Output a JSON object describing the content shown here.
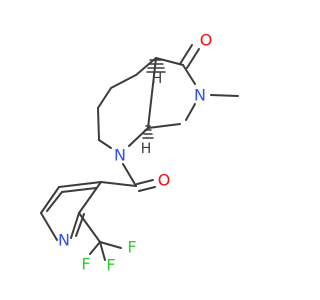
{
  "molecule": {
    "atoms": {
      "O_ketone": {
        "symbol": "O",
        "color": "#ff0d0d"
      },
      "N_methyl": {
        "symbol": "N",
        "color": "#3050f8"
      },
      "N_ring": {
        "symbol": "N",
        "color": "#3050f8"
      },
      "O_amide": {
        "symbol": "O",
        "color": "#ff0d0d"
      },
      "N_pyridine": {
        "symbol": "N",
        "color": "#3050f8"
      },
      "F_1": {
        "symbol": "F",
        "color": "#33cc33"
      },
      "F_2": {
        "symbol": "F",
        "color": "#33cc33"
      },
      "F_3": {
        "symbol": "F",
        "color": "#33cc33"
      },
      "H_top": {
        "symbol": "H",
        "color": "#3c3c3c"
      },
      "H_bottom": {
        "symbol": "H",
        "color": "#3c3c3c"
      }
    },
    "bond_color": "#3c3c3c"
  }
}
